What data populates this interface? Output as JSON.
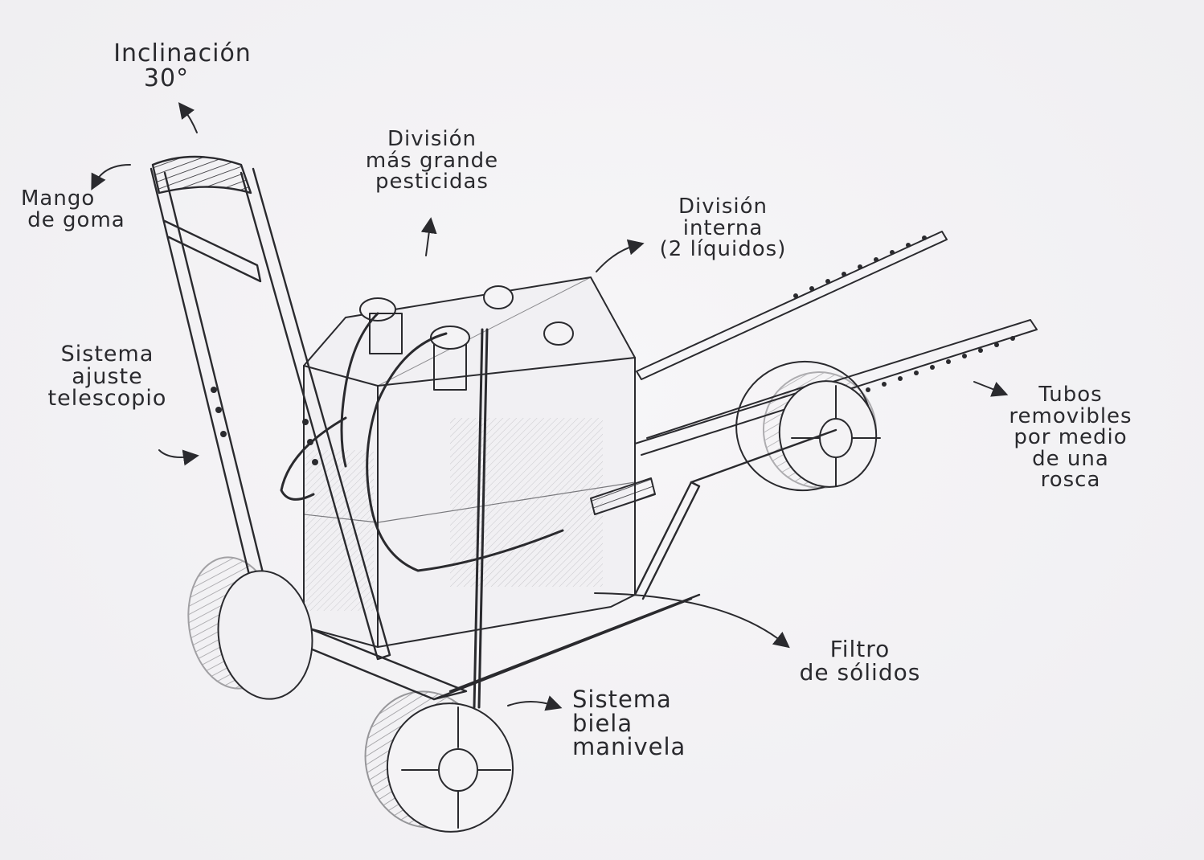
{
  "labels": {
    "inclinacion": [
      "Inclinación",
      "30°"
    ],
    "mango": [
      "Mango",
      "de goma"
    ],
    "division_grande": [
      "División",
      "más grande",
      "pesticidas"
    ],
    "division_interna": [
      "División",
      "interna",
      "(2 líquidos)"
    ],
    "sistema_ajuste": [
      "Sistema",
      "ajuste",
      "telescopio"
    ],
    "tubos": [
      "Tubos",
      "removibles",
      "por medio",
      "de una",
      "rosca"
    ],
    "filtro": [
      "Filtro",
      "de sólidos"
    ],
    "biela": [
      "Sistema",
      "biela",
      "manivela"
    ]
  },
  "colors": {
    "ink": "#2a2a2e",
    "paper": "#f4f3f5"
  }
}
